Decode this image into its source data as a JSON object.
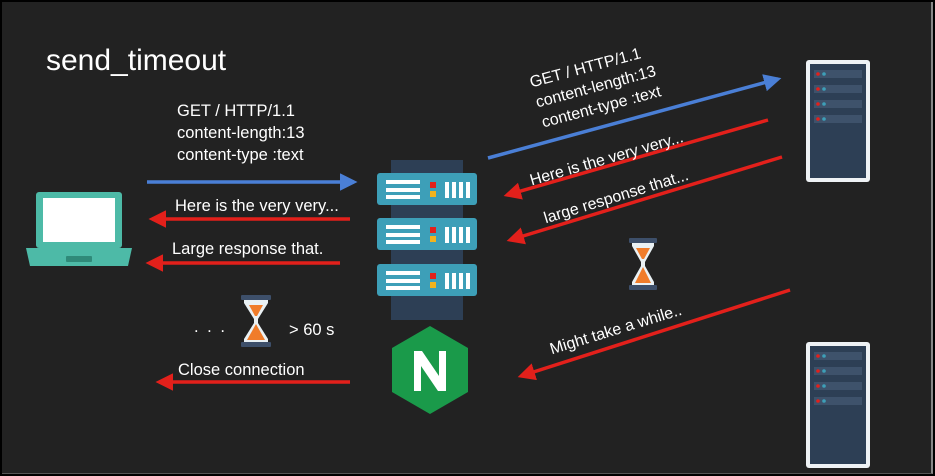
{
  "title": "send_timeout",
  "client_request": [
    "GET / HTTP/1.1",
    "content-length:13",
    "content-type :text"
  ],
  "client_responses": [
    "Here is the very very...",
    "Large response that."
  ],
  "wait_ellipsis": ". . .",
  "wait_time": "> 60 s",
  "close_label": "Close connection",
  "upstream_request": [
    "GET / HTTP/1.1",
    "content-length:13",
    "content-type :text"
  ],
  "upstream_responses": [
    "Here is the very very...",
    "large response that..."
  ],
  "upstream_wait": "Might take a while..",
  "colors": {
    "request_arrow": "#4a7fd6",
    "response_arrow": "#e3201b",
    "server_teal": "#3d9fb8",
    "nginx_green": "#1a9a4a",
    "laptop_teal": "#4dbaa7"
  },
  "icons": [
    "laptop-icon",
    "server-rack-icon",
    "nginx-logo",
    "hourglass-icon",
    "upstream-server-icon"
  ]
}
